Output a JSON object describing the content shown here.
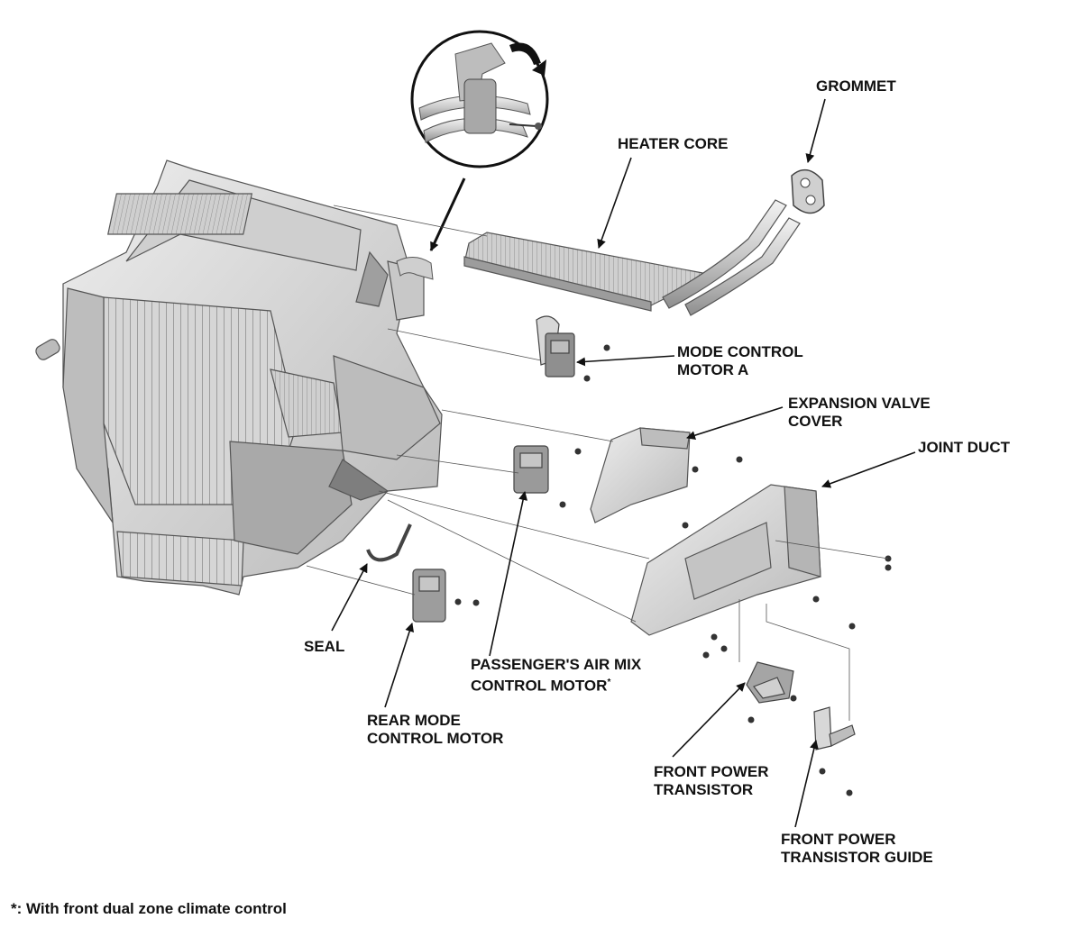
{
  "labels": {
    "grommet": "GROMMET",
    "heater_core": "HEATER CORE",
    "mode_control_motor_a": [
      "MODE CONTROL",
      "MOTOR A"
    ],
    "expansion_valve_cover": [
      "EXPANSION VALVE",
      "COVER"
    ],
    "joint_duct": "JOINT DUCT",
    "seal": "SEAL",
    "passenger_air_mix": [
      "PASSENGER'S AIR MIX",
      "CONTROL MOTOR"
    ],
    "passenger_air_mix_mark": "*",
    "rear_mode_control_motor": [
      "REAR MODE",
      "CONTROL MOTOR"
    ],
    "front_power_transistor": [
      "FRONT POWER",
      "TRANSISTOR"
    ],
    "front_power_transistor_guide": [
      "FRONT POWER",
      "TRANSISTOR GUIDE"
    ]
  },
  "footnote": "*: With front dual zone climate control",
  "colors": {
    "ink": "#111111",
    "part_fill": "#d9d9d9",
    "part_dark": "#9a9a9a",
    "part_light": "#eeeeee"
  }
}
